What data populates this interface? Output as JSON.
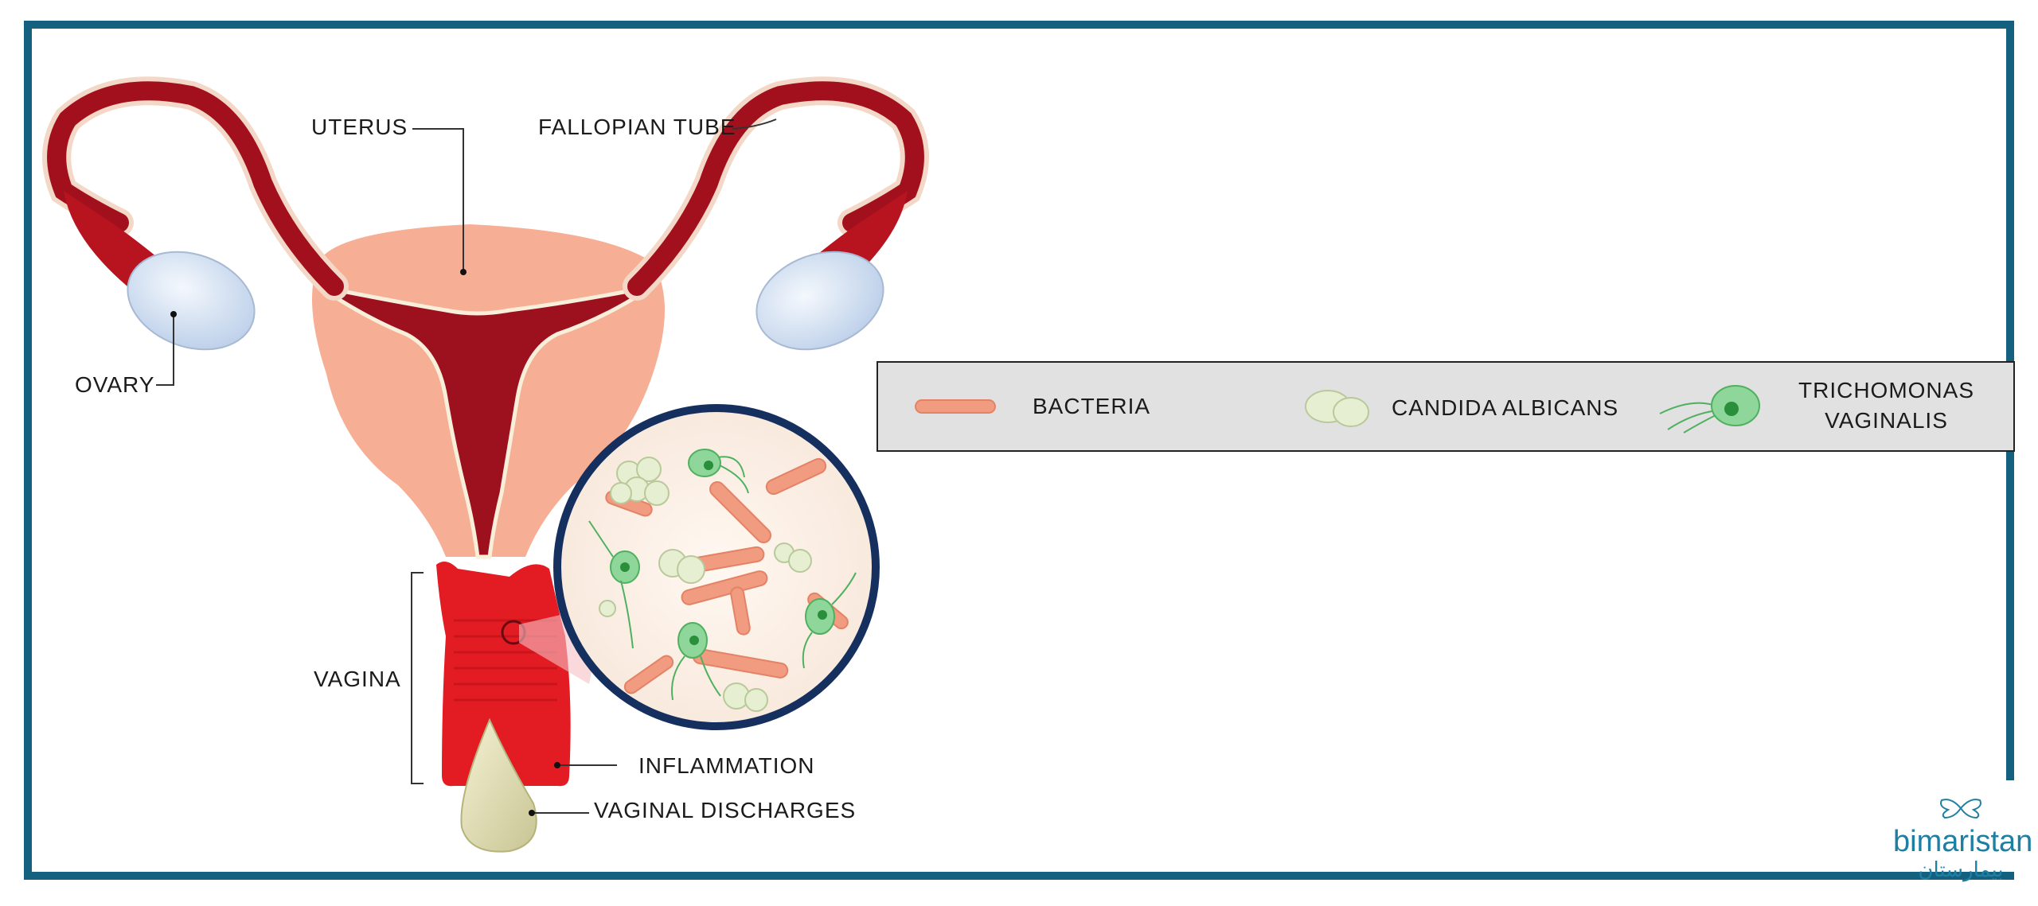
{
  "labels": {
    "uterus": "UTERUS",
    "fallopian_tube": "FALLOPIAN TUBE",
    "ovary": "OVARY",
    "vagina": "VAGINA",
    "inflammation": "INFLAMMATION",
    "vaginal_discharges": "VAGINAL DISCHARGES"
  },
  "legend": {
    "bacteria": "BACTERIA",
    "candida": "CANDIDA ALBICANS",
    "trichomonas_line1": "TRICHOMONAS",
    "trichomonas_line2": "VAGINALIS"
  },
  "logo": {
    "english": "bimaristan",
    "arabic": "بيمارستان"
  },
  "colors": {
    "frame": "#14607f",
    "tube": "#a3101d",
    "uterus": "#f6ae94",
    "vagina": "#e31b23",
    "ovary": "#d8e6f6",
    "magnifier_ring": "#15305e",
    "legend_bg": "#e1e1e1",
    "logo": "#1f7fa3"
  }
}
